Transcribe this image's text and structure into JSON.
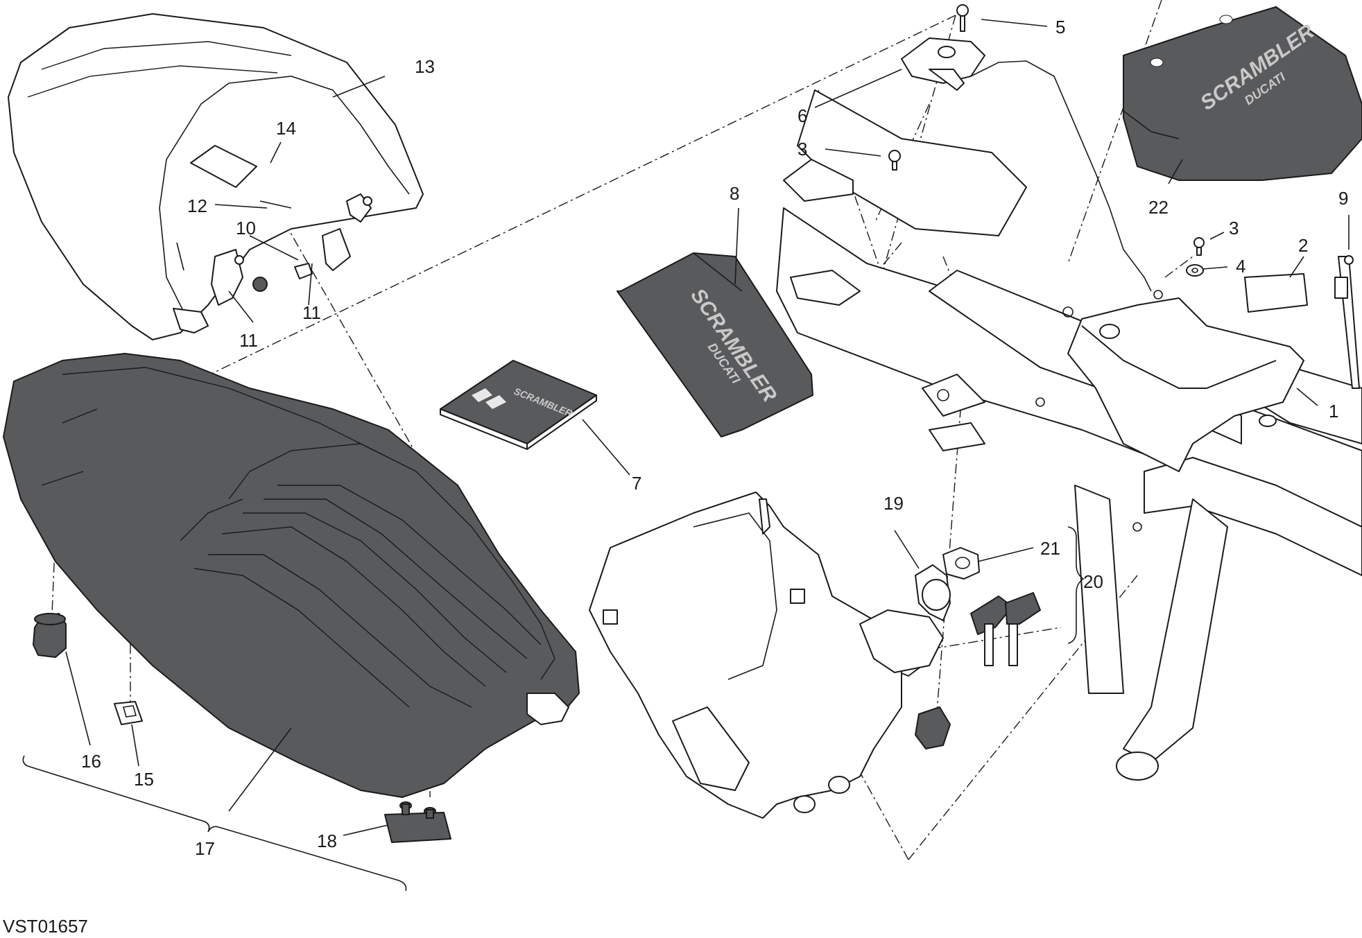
{
  "diagram": {
    "drawing_code": "VST01657",
    "brand_marks": {
      "cover_logo_line1": "SCRAMBLER",
      "cover_logo_line2": "DUCATI",
      "bag_logo_line1": "SCRAMBLER",
      "bag_logo_line2": "DUCATI",
      "booklet_logo": "SCRAMBLER"
    },
    "callouts": [
      "1",
      "2",
      "3",
      "3",
      "4",
      "5",
      "6",
      "7",
      "8",
      "9",
      "10",
      "11",
      "11",
      "12",
      "13",
      "14",
      "15",
      "16",
      "17",
      "18",
      "19",
      "20",
      "21",
      "22"
    ]
  }
}
